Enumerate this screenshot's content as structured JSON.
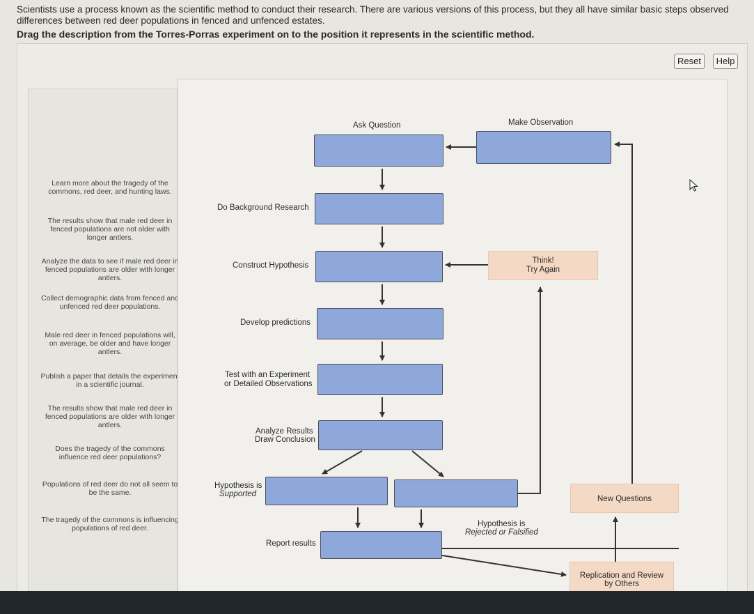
{
  "intro_text": "Scientists use a process known as the scientific method to conduct their research. There are various versions of this process, but they all have similar basic steps observed differences between red deer populations in fenced and unfenced estates.",
  "instruction": "Drag the description from the Torres-Porras experiment on to the position it represents in the scientific method.",
  "buttons": {
    "reset": "Reset",
    "help": "Help"
  },
  "cards": [
    "Learn more about the tragedy of the commons, red deer, and hunting laws.",
    "The results show that male red deer in fenced populations are not older with longer antlers.",
    "Analyze the data to see if male red deer in fenced populations are older with longer antlers.",
    "Collect demographic data from fenced and unfenced red deer populations.",
    "Male red deer in fenced populations will, on average, be older and have longer antlers.",
    "Publish a paper that details the experiment in a scientific journal.",
    "The results show that male red deer in fenced populations are older with longer antlers.",
    "Does the tragedy of the commons influence red deer populations?",
    "Populations of red deer do not all seem to be the same.",
    "The tragedy of the commons is influencing populations of red deer."
  ],
  "labels": {
    "ask": "Ask Question",
    "observe": "Make Observation",
    "background": "Do Background Research",
    "hypothesis": "Construct Hypothesis",
    "predictions": "Develop predictions",
    "test_1": "Test with an Experiment",
    "test_2": "or Detailed Observations",
    "analyze_1": "Analyze Results",
    "analyze_2": "Draw Conclusion",
    "supported_1": "Hypothesis is",
    "supported_2": "Supported",
    "rejected_1": "Hypothesis is",
    "rejected_2": "Rejected or Falsified",
    "report": "Report results"
  },
  "fixed_boxes": {
    "think_1": "Think!",
    "think_2": "Try Again",
    "new_questions": "New Questions",
    "replication_1": "Replication and Review",
    "replication_2": "by Others"
  },
  "colors": {
    "drop_zone": "#8fa8dc",
    "fixed_box": "#f4d9c4",
    "arrow": "#333333"
  }
}
